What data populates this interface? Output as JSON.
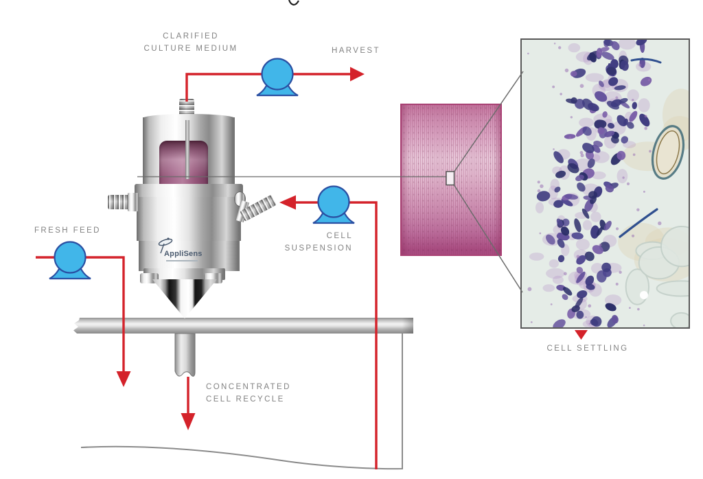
{
  "labels": {
    "clarified_line1": "CLARIFIED",
    "clarified_line2": "CULTURE MEDIUM",
    "harvest": "HARVEST",
    "fresh_feed": "FRESH FEED",
    "suspension_line1": "CELL",
    "suspension_line2": "SUSPENSION",
    "recycle_line1": "CONCENTRATED",
    "recycle_line2": "CELL RECYCLE",
    "settling": "CELL SETTLING"
  },
  "device": {
    "brand": "AppliSens"
  },
  "icons": {
    "pump": "circle-on-pedestal",
    "flow_arrow": "solid-red-triangle",
    "settling_marker": "solid-red-triangle-down"
  },
  "colors": {
    "flow_red": "#d4222a",
    "pump_fill": "#41b6e9",
    "pump_stroke": "#2a4fa2",
    "label_gray": "#818181",
    "connector_gray": "#6b6b6b",
    "tank_gray": "#8a8a8a",
    "sample_border_pink": "#a84073",
    "micrograph_bg": "#e5ece7"
  }
}
